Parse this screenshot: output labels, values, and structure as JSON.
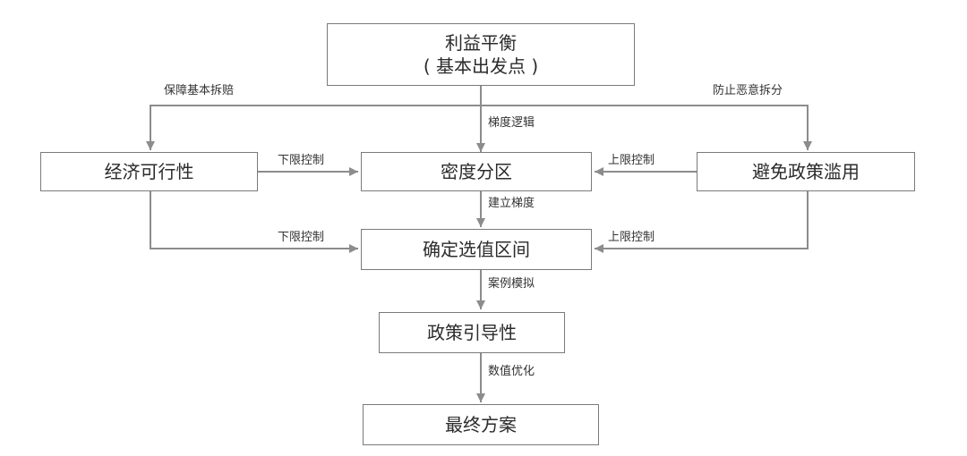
{
  "nodes": {
    "balance": {
      "line1": "利益平衡",
      "line2": "( 基本出发点 )"
    },
    "feasibility": "经济可行性",
    "abuse": "避免政策滥用",
    "density": "密度分区",
    "range": "确定选值区间",
    "policy": "政策引导性",
    "final": "最终方案"
  },
  "edges": {
    "basic_compensation": "保障基本拆赔",
    "prevent_malicious": "防止恶意拆分",
    "gradient_logic": "梯度逻辑",
    "lower_limit_1": "下限控制",
    "upper_limit_1": "上限控制",
    "build_gradient": "建立梯度",
    "lower_limit_2": "下限控制",
    "upper_limit_2": "上限控制",
    "case_simulation": "案例模拟",
    "numeric_optimization": "数值优化"
  },
  "colors": {
    "line": "#8c8c8c",
    "border": "#7a7a7a",
    "text": "#2b2b2b"
  }
}
